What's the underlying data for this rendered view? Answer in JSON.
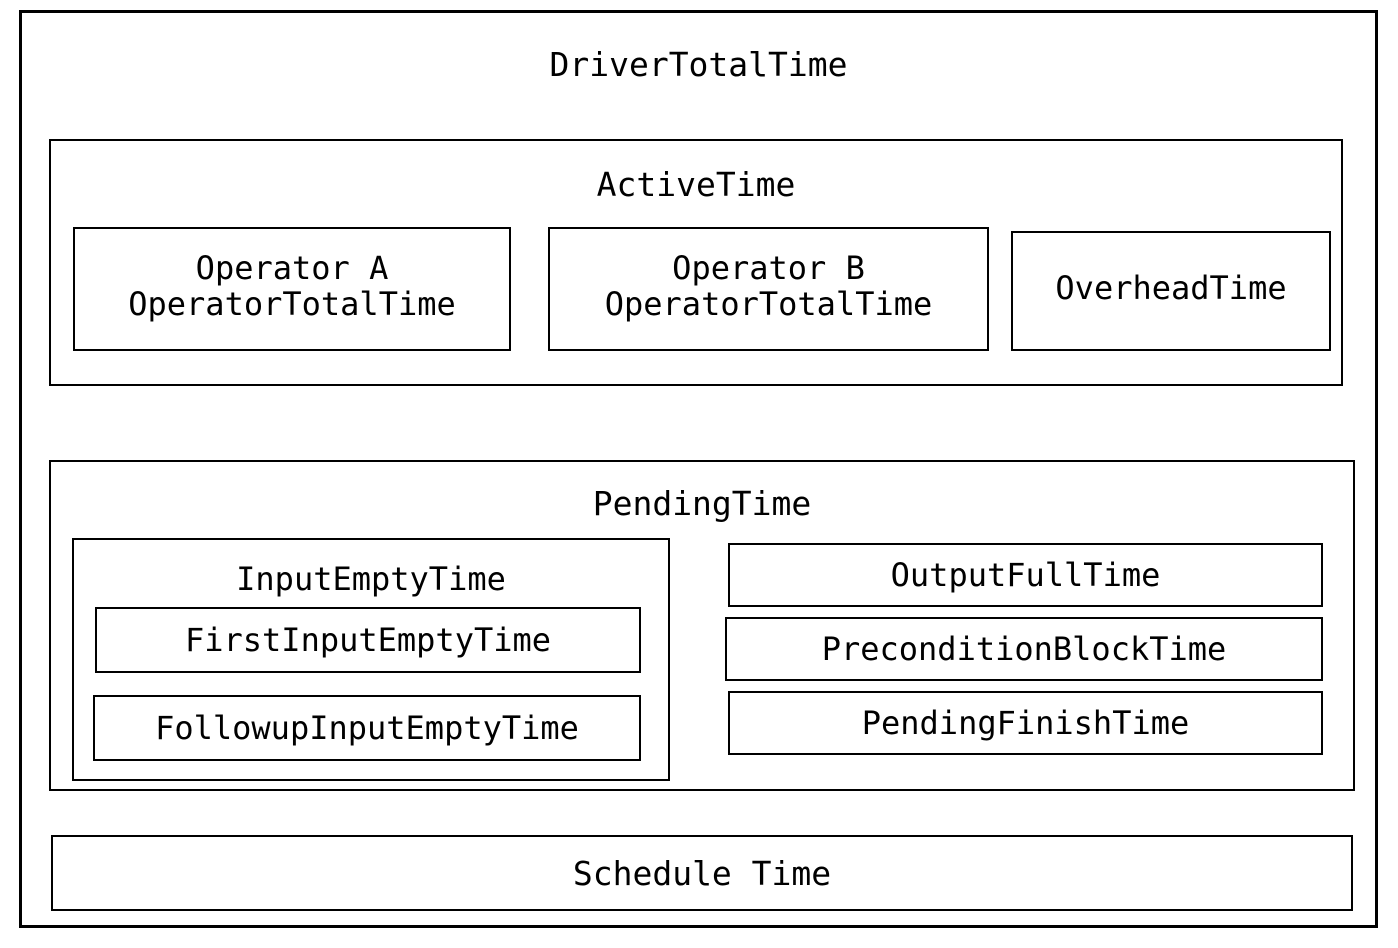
{
  "diagram": {
    "title": "DriverTotalTime",
    "type": "nested-box-hierarchy",
    "colors": {
      "background": "#ffffff",
      "border": "#000000",
      "text": "#000000"
    },
    "root": {
      "label": "DriverTotalTime",
      "children": [
        {
          "label": "ActiveTime",
          "children": [
            {
              "label": "Operator A\nOperatorTotalTime"
            },
            {
              "label": "Operator B\nOperatorTotalTime"
            },
            {
              "label": "OverheadTime"
            }
          ]
        },
        {
          "label": "PendingTime",
          "children": [
            {
              "label": "InputEmptyTime",
              "children": [
                {
                  "label": "FirstInputEmptyTime"
                },
                {
                  "label": "FollowupInputEmptyTime"
                }
              ]
            },
            {
              "label": "OutputFullTime"
            },
            {
              "label": "PreconditionBlockTime"
            },
            {
              "label": "PendingFinishTime"
            }
          ]
        },
        {
          "label": "Schedule Time"
        }
      ]
    }
  },
  "labels": {
    "driver_total_time": "DriverTotalTime",
    "active_time": "ActiveTime",
    "operator_a": "Operator A\nOperatorTotalTime",
    "operator_b": "Operator B\nOperatorTotalTime",
    "overhead_time": "OverheadTime",
    "pending_time": "PendingTime",
    "input_empty_time": "InputEmptyTime",
    "first_input_empty_time": "FirstInputEmptyTime",
    "followup_input_empty_time": "FollowupInputEmptyTime",
    "output_full_time": "OutputFullTime",
    "precondition_block_time": "PreconditionBlockTime",
    "pending_finish_time": "PendingFinishTime",
    "schedule_time": "Schedule Time"
  }
}
